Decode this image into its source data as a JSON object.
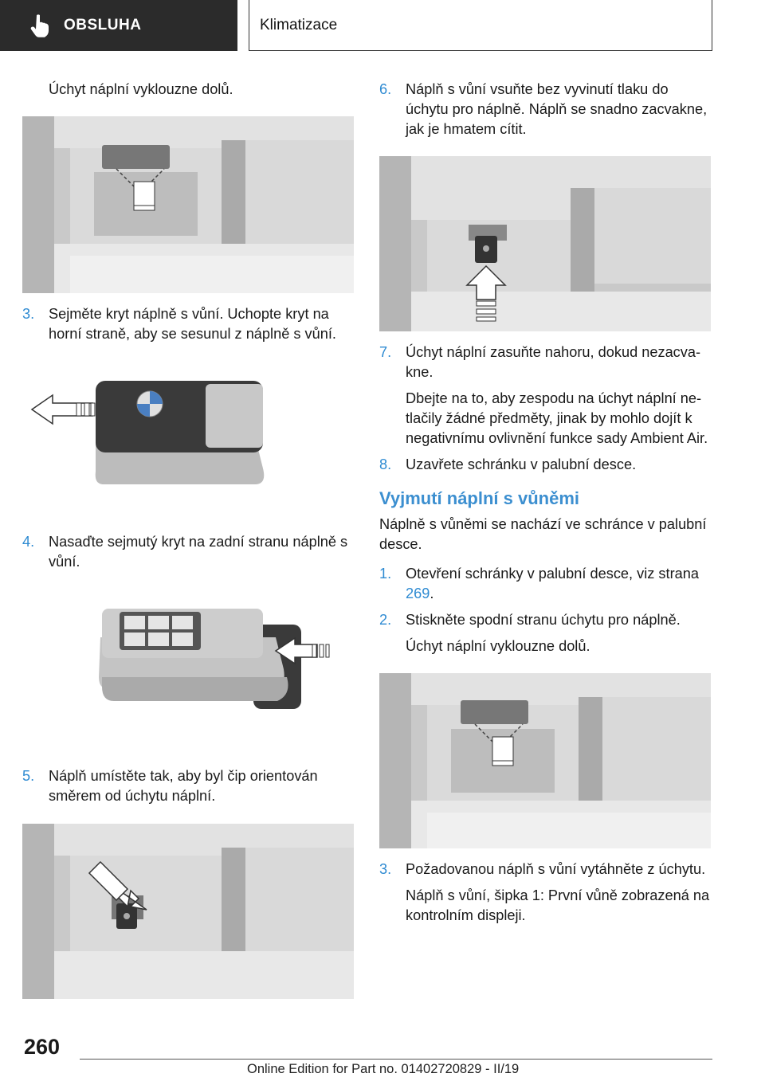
{
  "header": {
    "section": "OBSLUHA",
    "chapter": "Klimatizace",
    "icon": "hand-pointer-icon"
  },
  "left": {
    "intro": "Úchyt náplní vyklouzne dolů.",
    "step3": {
      "num": "3.",
      "text": "Sejměte kryt náplně s vůní. Uchopte kryt na horní straně, aby se sesunul z náplně s vůní."
    },
    "step4": {
      "num": "4.",
      "text": "Nasaďte sejmutý kryt na zadní stranu náplně s vůní."
    },
    "step5": {
      "num": "5.",
      "text": "Náplň umístěte tak, aby byl čip orientován směrem od úchytu náplní."
    }
  },
  "right": {
    "step6": {
      "num": "6.",
      "text": "Náplň s vůní vsuňte bez vyvinutí tlaku do úchytu pro náplně. Náplň se snadno zacva­kne, jak je hmatem cítit."
    },
    "step7": {
      "num": "7.",
      "text": "Úchyt náplní zasuňte nahoru, dokud nezacva­kne.",
      "note": "Dbejte na to, aby zespodu na úchyt náplní ne­tlačily žádné předměty, jinak by mohlo dojít k negativnímu ovlivnění funkce sady Ambient Air."
    },
    "step8": {
      "num": "8.",
      "text": "Uzavřete schránku v palubní desce."
    },
    "heading": "Vyjmutí náplní s vůněmi",
    "intro": "Náplně s vůněmi se nachází ve schránce v pa­lubní desce.",
    "s1": {
      "num": "1.",
      "text_before": "Otevření schránky v palubní desce, viz strana ",
      "link": "269",
      "text_after": "."
    },
    "s2": {
      "num": "2.",
      "text": "Stiskněte spodní stranu úchytu pro náplně.",
      "note": "Úchyt náplní vyklouzne dolů."
    },
    "s3": {
      "num": "3.",
      "text": "Požadovanou náplň s vůní vytáhněte z úchytu.",
      "note": "Náplň s vůní, šipka 1: První vůně zobrazená na kontrolním displeji."
    }
  },
  "footer": {
    "page_number": "260",
    "edition": "Online Edition for Part no. 01402720829 - II/19"
  },
  "colors": {
    "accent": "#2f8bd2",
    "header_bg": "#2b2b2b",
    "heading": "#3c8fd0"
  }
}
